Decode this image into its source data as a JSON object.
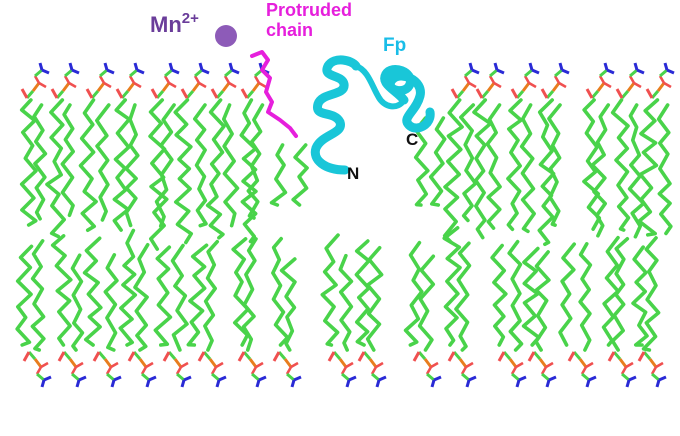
{
  "labels": {
    "ion_base": "Mn",
    "ion_charge": "2+",
    "protruded_line1": "Protruded",
    "protruded_line2": "chain",
    "peptide": "Fp",
    "n_terminus": "N",
    "c_terminus": "C"
  },
  "colors": {
    "lipid_tail": "#49d34a",
    "phosphate": "#e87d1e",
    "oxygen": "#f05050",
    "nitrogen": "#2a2ad6",
    "protruded_chain": "#e61fdc",
    "helix": "#19c6d8",
    "mn_ion": "#8d5bb8",
    "mn_label": "#6a3d9a",
    "fp_label": "#19bde8",
    "terminus_label": "#111111"
  }
}
